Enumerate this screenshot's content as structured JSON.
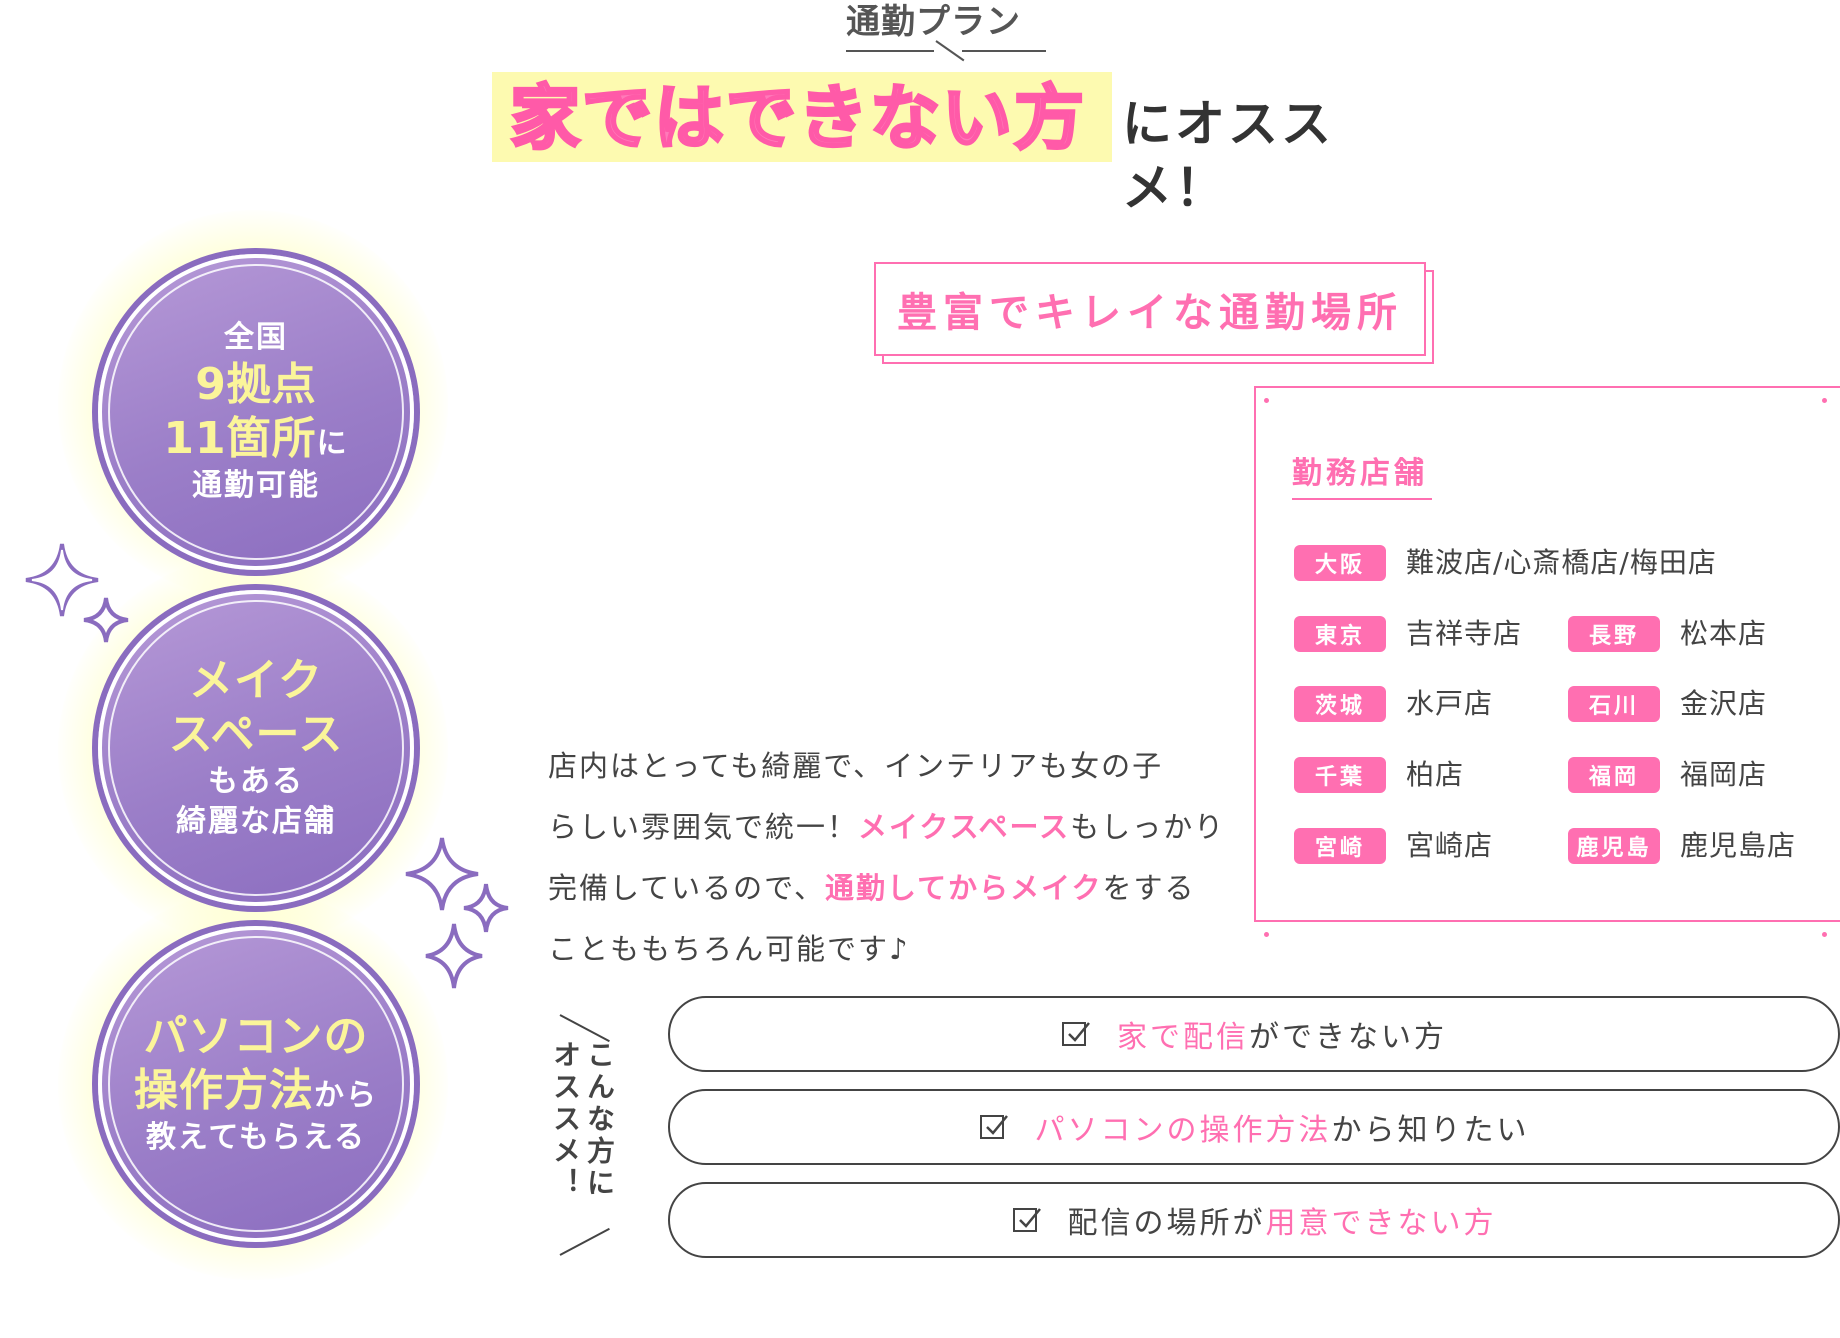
{
  "header": {
    "plan": "通勤プラン",
    "highlight": "家ではできない方",
    "suffix": "にオススメ！"
  },
  "circles": [
    {
      "lines": [
        "全国",
        "9拠点",
        "11箇所",
        "に",
        "通勤可能"
      ]
    },
    {
      "lines": [
        "メイク",
        "スペース",
        "もある",
        "綺麗な店舗"
      ]
    },
    {
      "lines": [
        "パソコンの",
        "操作方法",
        "から",
        "教えてもらえる"
      ]
    }
  ],
  "tag": "豊富でキレイな通勤場所",
  "stores": {
    "title": "勤務店舗",
    "rows": [
      {
        "pref": "大阪",
        "shops": "難波店/心斎橋店/梅田店"
      },
      {
        "pref": "東京",
        "shops": "吉祥寺店"
      },
      {
        "pref": "長野",
        "shops": "松本店"
      },
      {
        "pref": "茨城",
        "shops": "水戸店"
      },
      {
        "pref": "石川",
        "shops": "金沢店"
      },
      {
        "pref": "千葉",
        "shops": "柏店"
      },
      {
        "pref": "福岡",
        "shops": "福岡店"
      },
      {
        "pref": "宮崎",
        "shops": "宮崎店"
      },
      {
        "pref": "鹿児島",
        "shops": "鹿児島店"
      }
    ]
  },
  "description": {
    "t1": "店内はとっても綺麗で、インテリアも女の子",
    "t2": "らしい雰囲気で統一！",
    "p1": "メイクスペース",
    "t3": "もしっかり",
    "t4": "完備しているので、",
    "p2": "通勤してからメイク",
    "t5": "をする",
    "t6": "ことももちろん可能です♪"
  },
  "recommend": {
    "label": "こんな方にオススメ！",
    "items": [
      {
        "pink": "家で配信",
        "rest": "ができない方"
      },
      {
        "pink": "パソコンの操作方法",
        "rest": "から知りたい"
      },
      {
        "pre": "配信の場所が",
        "pink": "用意できない方"
      }
    ]
  },
  "colors": {
    "pink": "#ff6fb1",
    "purple": "#9b7ec8",
    "yellow": "#fbf59a",
    "highlight_bg": "#fdfab0"
  }
}
